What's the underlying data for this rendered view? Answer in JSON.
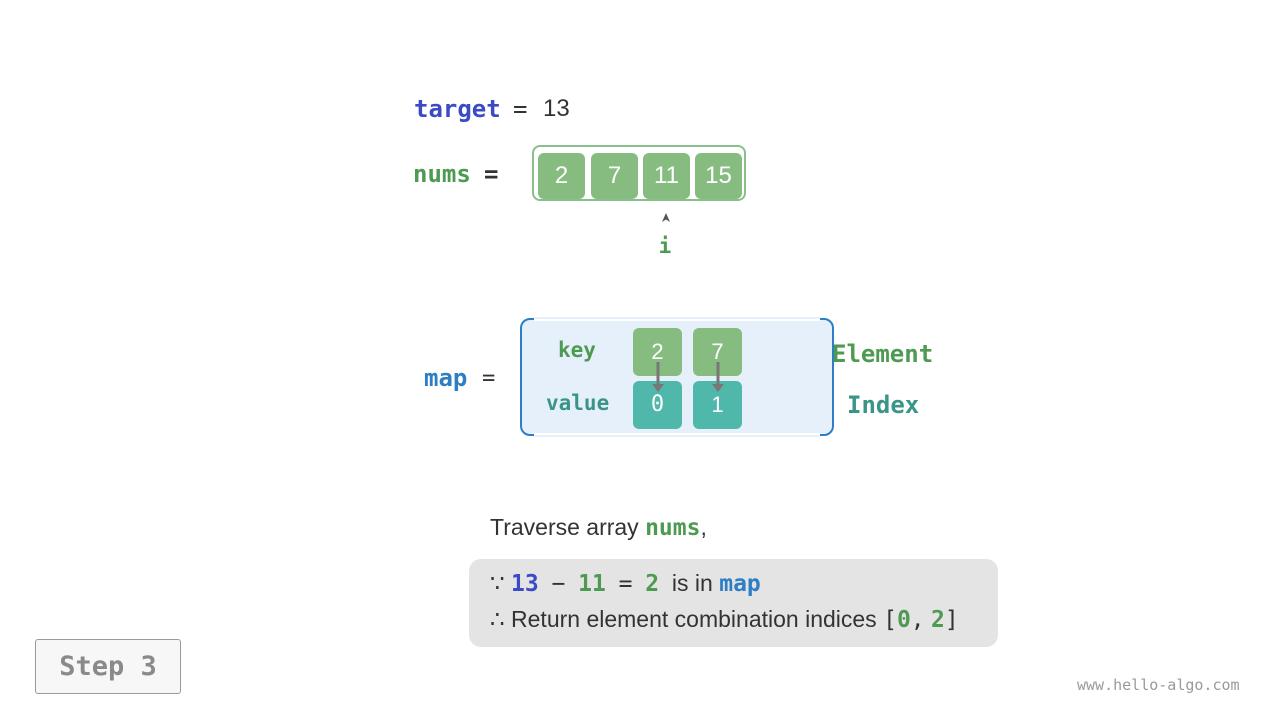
{
  "target": {
    "name": "target",
    "equals": "=",
    "value": "13"
  },
  "nums": {
    "name": "nums",
    "equals": "=",
    "items": [
      "2",
      "7",
      "11",
      "15"
    ]
  },
  "pointer": {
    "label": "i",
    "index": 2
  },
  "map": {
    "name": "map",
    "equals": "=",
    "key_label": "key",
    "value_label": "value",
    "keys": [
      "2",
      "7"
    ],
    "values": [
      "0",
      "1"
    ],
    "key_meaning": "Element",
    "value_meaning": "Index"
  },
  "description": {
    "prefix": "Traverse array ",
    "nums_word": "nums",
    "suffix": ","
  },
  "explanation": {
    "because_symbol": "∵",
    "target": "13",
    "minus": "−",
    "current": "11",
    "equals": "=",
    "diff": "2",
    "is_in": "is in",
    "map_word": "map",
    "therefore_symbol": "∴",
    "return_text": "Return element combination indices",
    "open_bracket": "[",
    "idx_a": "0",
    "comma": ",",
    "idx_b": "2",
    "close_bracket": "]"
  },
  "step": {
    "label": "Step 3"
  },
  "watermark": "www.hello-algo.com",
  "colors": {
    "blue_var": "#3a4bc4",
    "green": "#4e9a52",
    "teal": "#3a9488",
    "map_blue": "#2d7ec4",
    "cell_green": "#86bc80",
    "cell_teal": "#4fb8aa"
  }
}
